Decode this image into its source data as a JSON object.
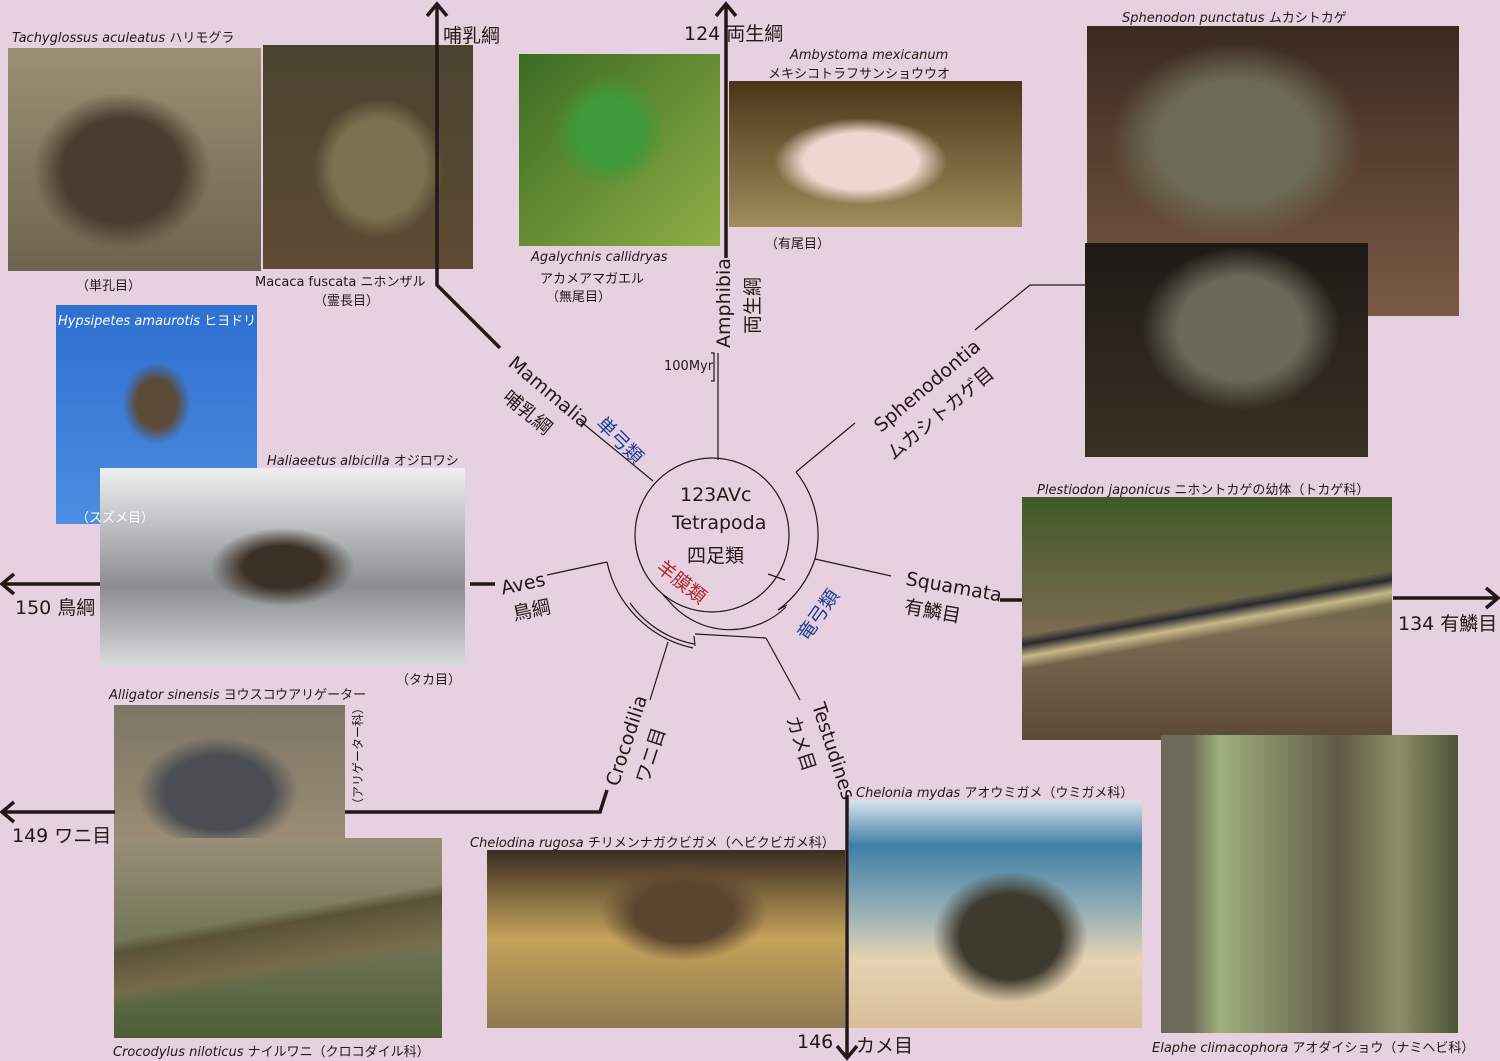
{
  "center": {
    "code": "123AVc",
    "latin": "Tetrapoda",
    "jp": "四足類"
  },
  "scale": "100Myr",
  "clades": {
    "synapsida": "単弓類",
    "amniota": "羊膜類",
    "sauropsida": "竜弓類"
  },
  "branches": {
    "mammalia": {
      "latin": "Mammalia",
      "jp": "哺乳綱",
      "arrow": "哺乳綱"
    },
    "amphibia": {
      "latin": "Amphibia",
      "jp": "両生綱",
      "arrow": "124 両生綱"
    },
    "sphenodontia": {
      "latin": "Sphenodontia",
      "jp": "ムカシトカゲ目"
    },
    "squamata": {
      "latin": "Squamata",
      "jp": "有鱗目",
      "arrow": "134 有鱗目"
    },
    "aves": {
      "latin": "Aves",
      "jp": "鳥綱",
      "arrow": "150 鳥綱"
    },
    "crocodilia": {
      "latin": "Crocodilia",
      "jp": "ワニ目",
      "arrow": "149 ワニ目"
    },
    "testudines": {
      "latin": "Testudines",
      "jp": "カメ目",
      "arrow_num": "146",
      "arrow": "カメ目"
    }
  },
  "photos": {
    "echidna": {
      "name": "Tachyglossus aculeatus",
      "jp": "ハリモグラ",
      "order": "（単孔目）"
    },
    "macaque": {
      "name": "Macaca fuscata",
      "jp": "ニホンザル",
      "order": "（霊長目）"
    },
    "frog": {
      "name": "Agalychnis callidryas",
      "jp": "アカメアマガエル",
      "order": "（無尾目）"
    },
    "axolotl": {
      "name": "Ambystoma mexicanum",
      "jp": "メキシコトラフサンショウウオ",
      "order": "（有尾目）"
    },
    "tuatara": {
      "name": "Sphenodon punctatus",
      "jp": "ムカシトカゲ"
    },
    "bulbul": {
      "name": "Hypsipetes amaurotis",
      "jp": "ヒヨドリ",
      "order": "（スズメ目）"
    },
    "eagle": {
      "name": "Haliaeetus albicilla",
      "jp": "オジロワシ",
      "order": "（タカ目）"
    },
    "skink": {
      "name": "Plestiodon japonicus",
      "jp": "ニホントカゲの幼体（トカゲ科）"
    },
    "alligator": {
      "name": "Alligator sinensis",
      "jp": "ヨウスコウアリゲーター",
      "family": "（アリゲーター科）"
    },
    "crocodile": {
      "name": "Crocodylus niloticus",
      "jp": "ナイルワニ（クロコダイル科）"
    },
    "chelodina": {
      "name": "Chelodina rugosa",
      "jp": "チリメンナガクビガメ（ヘビクビガメ科）"
    },
    "chelonia": {
      "name": "Chelonia mydas",
      "jp": "アオウミガメ（ウミガメ科）"
    },
    "snake": {
      "name": "Elaphe climacophora",
      "jp": "アオダイショウ（ナミヘビ科）"
    }
  }
}
